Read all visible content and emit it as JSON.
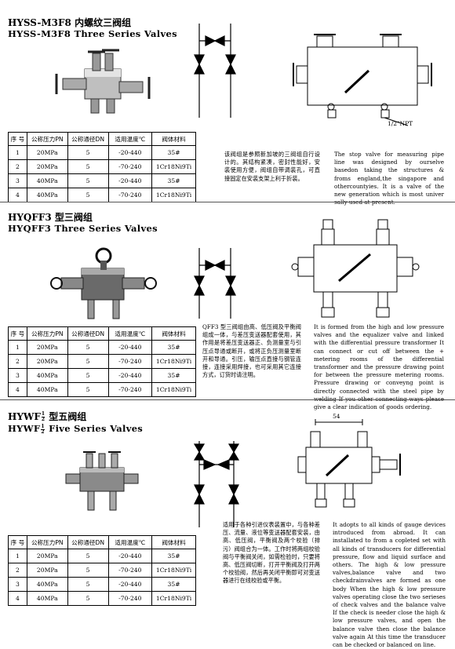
{
  "sections": [
    {
      "title_cn": "HYSS-M3F8 内螺纹三阀组",
      "title_en": "HYSS-M3F8 Three Series Valves",
      "headers": [
        "序 号",
        "公称压力PN",
        "公称通径DN",
        "适用温度℃",
        "阀体材料"
      ],
      "rows": [
        [
          "1",
          "20MPa",
          "5",
          "-20-440",
          "35#"
        ],
        [
          "2",
          "20MPa",
          "5",
          "-70-240",
          "1Cr18Ni9Ti"
        ],
        [
          "3",
          "40MPa",
          "5",
          "-20-440",
          "35#"
        ],
        [
          "4",
          "40MPa",
          "5",
          "-70-240",
          "1Cr18Ni9Ti"
        ]
      ],
      "desc_cn": "该阀组是参照新加坡的三阀组自行设计的。其结构紧凑，密封性能好，安装使用方便，阀组自带调装孔，可直接固定在安装支架上利于折装。",
      "desc_en": "The stop valve for measuring pipe line was designed by ourselve basedon taking the structures & froms england,the singapore and othercountyies. It is a valve of the new generation which is most univer sally used at present.",
      "dim_label": "1/2\"NPT"
    },
    {
      "title_cn": "HYQFF3 型三阀组",
      "title_en": "HYQFF3 Three Series Valves",
      "headers": [
        "序 号",
        "公称压力PN",
        "公称通径DN",
        "适用温度℃",
        "阀体材料"
      ],
      "rows": [
        [
          "1",
          "20MPa",
          "5",
          "-20-440",
          "35#"
        ],
        [
          "2",
          "20MPa",
          "5",
          "-70-240",
          "1Cr18Ni9Ti"
        ],
        [
          "3",
          "40MPa",
          "5",
          "-20-440",
          "35#"
        ],
        [
          "4",
          "40MPa",
          "5",
          "-70-240",
          "1Cr18Ni9Ti"
        ]
      ],
      "desc_cn": "QFF3 型三阀组由高、低压阀及平衡阀组成一体，与差压变送器配套使用，其作用是将差压变送器正、负测量室与引压点导通或断开，或将正负压测量室断开和导通。引压，输压点直接与钢管连接，连接采用焊接，也可采用其它连接方式，订货时请注明。",
      "desc_en": "It is formed from the high and low pressure valves and the equalizer valve and linked with the differential pressure transformer It can connect or cut off between the + metering rooms of the differential transformer and the pressure drawing point for between the pressure metering rooms. Pressure drawing or conveyng point is directly connected with the steel pipe by welding If you other connecting ways please give a clear indication of goods ordering."
    },
    {
      "title_cn_pre": "HYWF",
      "title_cn_post": " 型五阀组",
      "title_en_pre": "HYWF",
      "title_en_post": " Five Series Valves",
      "frac_num": "1",
      "frac_den": "2",
      "headers": [
        "序 号",
        "公称压力PN",
        "公称通径DN",
        "适用温度℃",
        "阀体材料"
      ],
      "rows": [
        [
          "1",
          "20MPa",
          "5",
          "-20-440",
          "35#"
        ],
        [
          "2",
          "20MPa",
          "5",
          "-70-240",
          "1Cr18Ni9Ti"
        ],
        [
          "3",
          "40MPa",
          "5",
          "-20-440",
          "35#"
        ],
        [
          "4",
          "40MPa",
          "5",
          "-70-240",
          "1Cr18Ni9Ti"
        ]
      ],
      "desc_cn": "适用于各种引进仪表装置中，与各种差压、流量、液位等变送器配套安装，由高、低压阀，平衡阀及两个校验（排污）阀组合为一体。工作时将两组校验阀与平衡阀关闭，如需检验时，只要将高、低压阀切断，打开平衡阀及打开两个校验阀，然后再关闭平衡即可对变送器进行在线校验或平衡。",
      "desc_en": "It adopts to all kinds of gauge devices introduced from abroad. It can installated to from a copleted set with all kinds of transducers for differential pressure, flow and liquid surface and others. The high & low pressure valves,balance valve and two checkdrainvalves are formed as one body When the high & low pressure valves operating close the two serieses of check valves and the balance valve If the check is needer close the high & low pressure valves, and open the balance valve then close the balance valve again At this time the transducer can be checked or balanced on line.",
      "dim_label": "54"
    }
  ]
}
